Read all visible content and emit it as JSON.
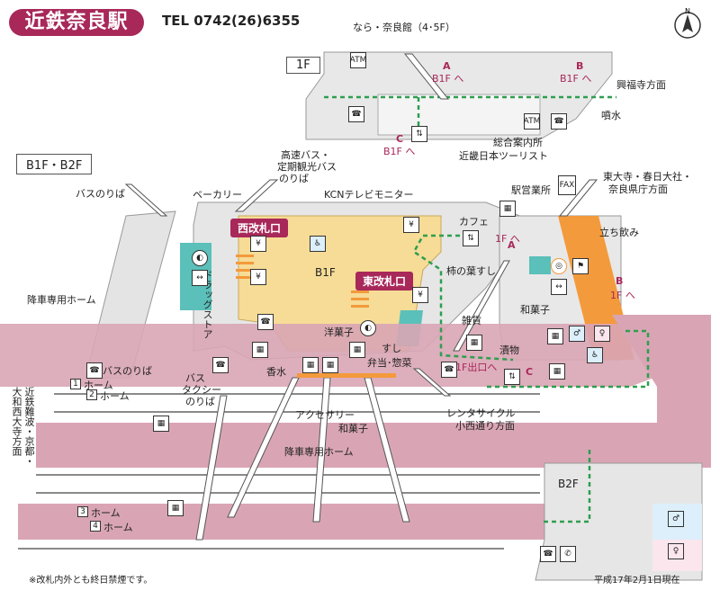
{
  "header": {
    "station_name": "近鉄奈良駅",
    "tel": "TEL 0742(26)6355"
  },
  "floors": {
    "f1": "1F",
    "b1b2": "B1F・B2F",
    "b1f": "B1F",
    "b2f": "B2F"
  },
  "labels_1f": {
    "nara_naraken": "なら・奈良館（4･5F）",
    "a_marker": "A",
    "a_b1f": "B1F へ",
    "b_marker": "B",
    "b_b1f": "B1F へ",
    "c_marker": "C",
    "c_b1f": "B1F へ",
    "kofukuji": "興福寺方面",
    "fountain": "噴水",
    "info": "総合案内所",
    "tourist": "近畿日本ツーリスト"
  },
  "labels_b1f": {
    "highway_bus": "高速バス・",
    "sightseeing_bus": "定期観光バス",
    "bus_stop_top": "のりば",
    "bus_stop_left": "バスのりば",
    "bakery": "ベーカリー",
    "kcn": "KCNテレビモニター",
    "west_gate": "西改札口",
    "east_gate": "東改札口",
    "cafe": "カフェ",
    "station_office": "駅営業所",
    "todaiji": "東大寺・春日大社・",
    "nara_pref": "奈良県庁方面",
    "tachinomi": "立ち飲み",
    "b1f_center": "B1F",
    "drugstore": "ドラッグストア",
    "kakinoha": "柿の葉すし",
    "arrival_platform_left": "降車専用ホーム",
    "zakka": "雑貨",
    "wagashi_right": "和菓子",
    "yogashi": "洋菓子",
    "sushi": "すし",
    "bento": "弁当･惣菜",
    "tsukemono": "漬物",
    "exit_1f": "1F出口へ",
    "c_marker": "C",
    "a_1f_marker": "A",
    "a_1f": "1F へ",
    "b_1f_marker": "B",
    "b_1f": "1F へ",
    "bus_stop_bottom": "バスのりば",
    "bus_taxi": "バス",
    "taxi": "タクシー",
    "taxi_noriba": "のりば",
    "perfume": "香水",
    "accessory": "アクセサリー",
    "wagashi_bottom": "和菓子",
    "rental": "レンタサイクル",
    "konishi": "小西通り方面",
    "arrival_platform_mid": "降車専用ホーム",
    "platform1_num": "1",
    "platform1": "ホーム",
    "platform2_num": "2",
    "platform2": "ホーム",
    "platform3_num": "3",
    "platform3": "ホーム",
    "platform4_num": "4",
    "platform4": "ホーム",
    "direction_1": "近鉄難波・京都・",
    "direction_2": "大和西大寺方面"
  },
  "icons": {
    "atm": "ATM",
    "fax": "FAX",
    "yen": "¥",
    "north": "N"
  },
  "footer": {
    "smoking": "※改札内外とも終日禁煙です。",
    "date": "平成17年2月1日現在"
  },
  "colors": {
    "accent": "#a8285a",
    "concourse": "#f6dc96",
    "platform": "#d9a5b5",
    "orange": "#f39a3c",
    "teal": "#5bc0b9",
    "grey": "#e3e3e3",
    "route": "#2e9e4f"
  }
}
